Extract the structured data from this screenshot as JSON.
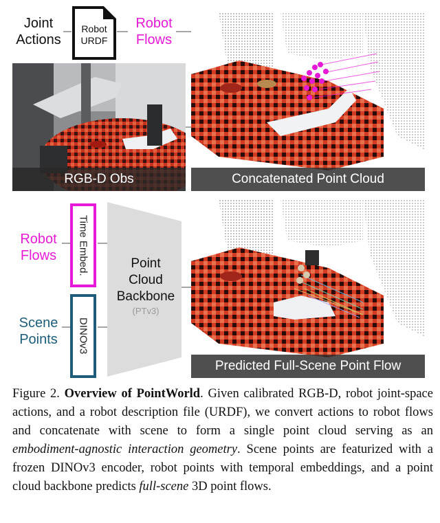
{
  "top": {
    "joint_actions": [
      "Joint",
      "Actions"
    ],
    "urdf": [
      "Robot",
      "URDF"
    ],
    "robot_flows": [
      "Robot",
      "Flows"
    ]
  },
  "panels": {
    "rgbd": "RGB-D Obs",
    "concat": "Concatenated Point Cloud",
    "predicted": "Predicted Full-Scene Point Flow"
  },
  "bottom": {
    "robot_flows": [
      "Robot",
      "Flows"
    ],
    "scene_points": [
      "Scene",
      "Points"
    ],
    "time_embed": "Time Embed.",
    "dinov3": "DINOv3",
    "backbone": [
      "Point",
      "Cloud",
      "Backbone"
    ],
    "backbone_sub": "(PTv3)"
  },
  "caption": {
    "label": "Figure 2.",
    "title": "Overview of PointWorld",
    "s1": ". Given calibrated RGB-D, robot joint-space actions, and a robot description file (URDF), we convert actions to robot flows and concatenate with scene to form a single point cloud serving as an ",
    "e1": "embodiment-agnostic interaction geometry",
    "s2": ". Scene points are featurized with a frozen DINOv3 encoder, robot points with temporal embeddings, and a point cloud backbone predicts ",
    "e2": "full-scene",
    "s3": " 3D point flows."
  },
  "colors": {
    "magenta": "#e619d6",
    "teal": "#1d5d79",
    "checker": "#c8321e"
  }
}
